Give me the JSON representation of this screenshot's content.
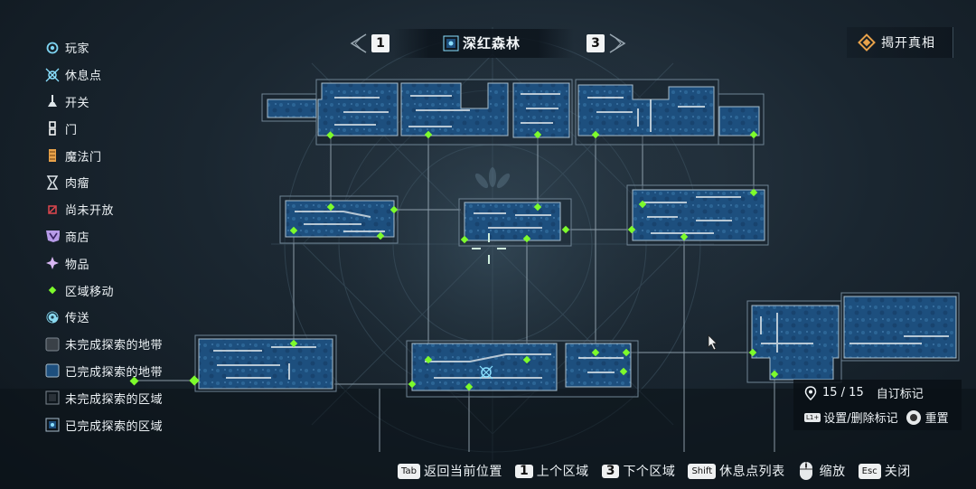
{
  "header": {
    "prev_key": "1",
    "next_key": "3",
    "area_name": "深红森林"
  },
  "reveal_button": {
    "label": "揭开真相"
  },
  "legend": {
    "items": [
      {
        "icon": "player-icon",
        "label": "玩家"
      },
      {
        "icon": "rest-point-icon",
        "label": "休息点"
      },
      {
        "icon": "switch-icon",
        "label": "开关"
      },
      {
        "icon": "door-icon",
        "label": "门"
      },
      {
        "icon": "magic-door-icon",
        "label": "魔法门"
      },
      {
        "icon": "tumor-icon",
        "label": "肉瘤"
      },
      {
        "icon": "not-open-icon",
        "label": "尚未开放"
      },
      {
        "icon": "shop-icon",
        "label": "商店"
      },
      {
        "icon": "item-icon",
        "label": "物品"
      },
      {
        "icon": "area-move-icon",
        "label": "区域移动"
      },
      {
        "icon": "teleport-icon",
        "label": "传送"
      },
      {
        "icon": "unexplored-zone-icon",
        "label": "未完成探索的地带"
      },
      {
        "icon": "explored-zone-icon",
        "label": "已完成探索的地带"
      },
      {
        "icon": "unexplored-region-icon",
        "label": "未完成探索的区域"
      },
      {
        "icon": "explored-region-icon",
        "label": "已完成探索的区域"
      }
    ]
  },
  "markers": {
    "count_text": "15 / 15",
    "custom_label": "自订标记",
    "set_key": "L1+",
    "set_label": "设置/删除标记",
    "reset_key": "R3",
    "reset_label": "重置"
  },
  "controls": {
    "tab_key": "Tab",
    "tab_label": "返回当前位置",
    "prev_key": "1",
    "prev_label": "上个区域",
    "next_key": "3",
    "next_label": "下个区域",
    "shift_key": "Shift",
    "shift_label": "休息点列表",
    "zoom_label": "缩放",
    "esc_key": "Esc",
    "esc_label": "关闭"
  },
  "colors": {
    "room_fill": "#1d4f7e",
    "room_border": "#8fa6b8",
    "connector": "#9fb0bc",
    "transition": "#7dfb2c",
    "accent": "#e8a24a"
  }
}
